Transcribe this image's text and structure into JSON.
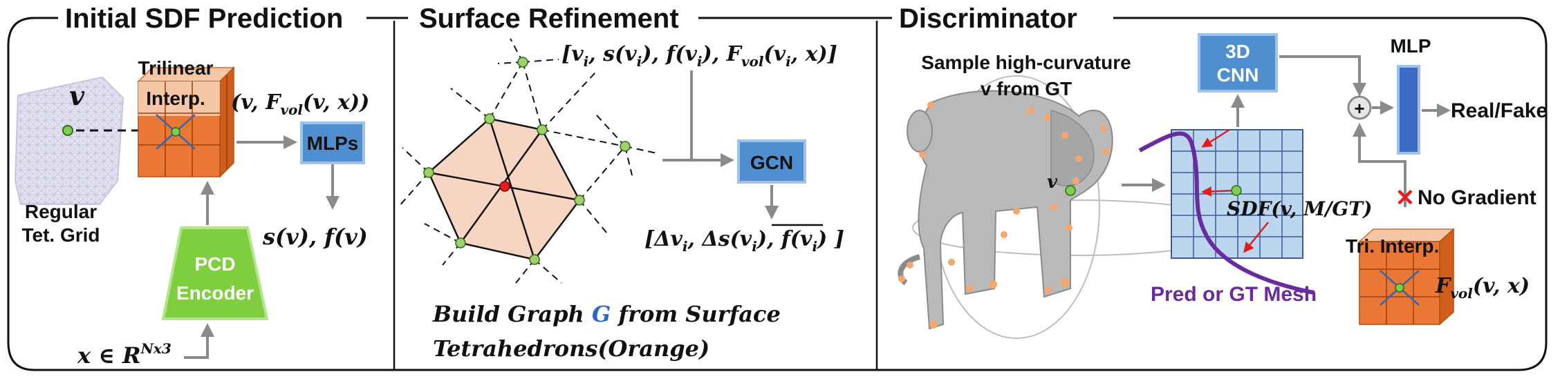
{
  "sections": {
    "initial": "Initial SDF Prediction",
    "refine": "Surface Refinement",
    "disc": "Discriminator"
  },
  "initial": {
    "vertex": "v",
    "trilinear_1": "Trilinear",
    "trilinear_2": "Interp.",
    "tuple": "(v, F",
    "tuple_sub": "vol",
    "tuple_end": "(v, x))",
    "mlps": "MLPs",
    "grid_1": "Regular",
    "grid_2": "Tet. Grid",
    "output": "s(v), f(v)",
    "pcd_1": "PCD",
    "pcd_2": "Encoder",
    "input": "x ∈ R",
    "input_sup": "Nx3"
  },
  "refine": {
    "input_a": "[v",
    "input_b": ", s(v",
    "input_c": "), f(v",
    "input_d": "), F",
    "input_e": "(v",
    "input_f": ", x)]",
    "sub_i": "i",
    "sub_vol": "vol",
    "gcn": "GCN",
    "out_a": "[Δv",
    "out_b": ", Δs(v",
    "out_c": "), ",
    "out_d": "f(v",
    "out_e": ")",
    "out_f": " ]",
    "caption_1a": "Build Graph ",
    "caption_1b": "G",
    "caption_1c": " from Surface",
    "caption_2": "Tetrahedrons(Orange)"
  },
  "disc": {
    "sample_1": "Sample high-curvature",
    "sample_2": "v from GT",
    "cnn_1": "3D",
    "cnn_2": "CNN",
    "mlp": "MLP",
    "plus": "+",
    "real_fake": "Real/Fake",
    "no_grad": "No Gradient",
    "cross": "✕",
    "vertex": "v",
    "sdf": "SDF(v, M/GT)",
    "mesh": "Pred or GT Mesh",
    "tri": "Tri. Interp.",
    "fvol_a": "F",
    "fvol_sub": "vol",
    "fvol_b": "(v, x)"
  },
  "colors": {
    "blue_box": "#4f8fd0",
    "blue_border": "#9fc2e8",
    "green_encoder": "#7fce3f",
    "orange_cube": "#ea7733",
    "peach": "#f6d5c3",
    "mesh_purple": "#6a2aa0",
    "cross_red": "#e31d1d",
    "node_green": "#9fd06a"
  }
}
